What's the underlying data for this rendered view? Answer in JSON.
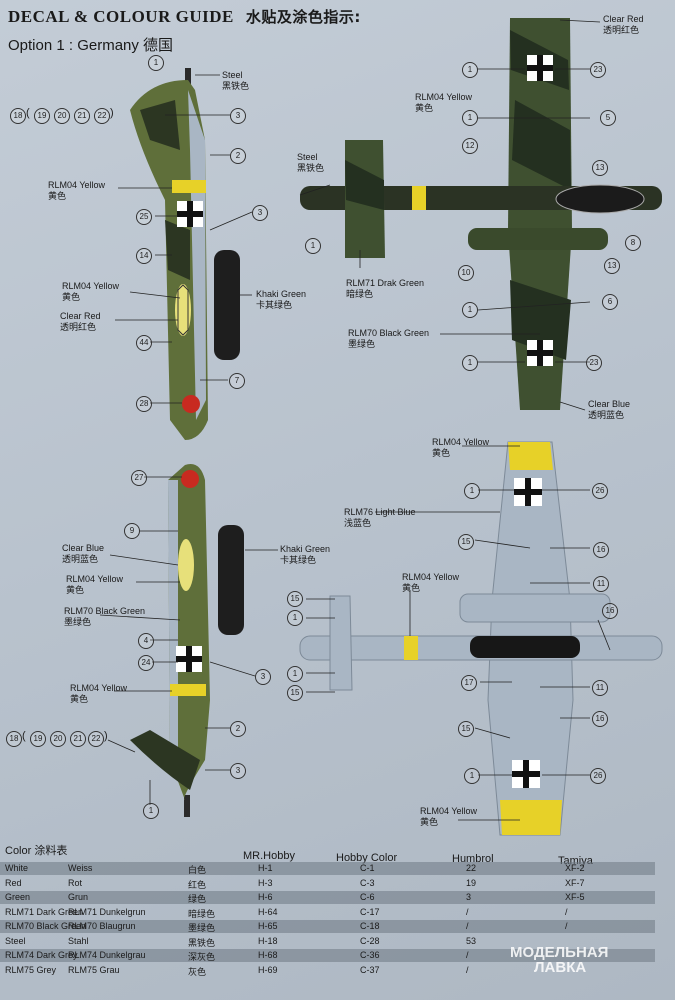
{
  "header": {
    "title": "DECAL & COLOUR GUIDE",
    "title_cn": "水贴及涂色指示:",
    "option": "Option 1 : Germany 德国"
  },
  "callouts": {
    "n1": "1",
    "n2": "2",
    "n3": "3",
    "n4": "4",
    "n5": "5",
    "n6": "6",
    "n7": "7",
    "n8": "8",
    "n9": "9",
    "n10": "10",
    "n11": "11",
    "n12": "12",
    "n13": "13",
    "n14": "14",
    "n15": "15",
    "n16": "16",
    "n17": "17",
    "n18": "18",
    "n19": "19",
    "n20": "20",
    "n21": "21",
    "n22": "22",
    "n23": "23",
    "n24": "24",
    "n25": "25",
    "n26": "26",
    "n27": "27",
    "n28": "28",
    "n44": "44",
    "paren_open": "(",
    "paren_close": ")"
  },
  "labels": {
    "steel": "Steel",
    "steel_cn": "黑铁色",
    "rlm04": "RLM04 Yellow",
    "rlm04_cn": "黄色",
    "clear_red": "Clear Red",
    "clear_red_cn": "透明红色",
    "khaki": "Khaki Green",
    "khaki_cn": "卡其绿色",
    "rlm71": "RLM71 Drak Green",
    "rlm71_cn": "暗绿色",
    "rlm70": "RLM70 Black Green",
    "rlm70_cn": "墨绿色",
    "clear_blue": "Clear Blue",
    "clear_blue_cn": "透明蓝色",
    "rlm76": "RLM76 Light Blue",
    "rlm76_cn": "浅蓝色"
  },
  "colour_table": {
    "title": "Color",
    "title_cn": "涂料表",
    "headers": {
      "mrhobby": "MR.Hobby",
      "hobby": "Hobby Color",
      "humbrol": "Humbrol",
      "tamiya": "Tamiya"
    },
    "rows": [
      {
        "en": "White",
        "de": "Weiss",
        "cn": "白色",
        "mr": "H-1",
        "hc": "C-1",
        "hu": "22",
        "ta": "XF-2"
      },
      {
        "en": "Red",
        "de": "Rot",
        "cn": "红色",
        "mr": "H-3",
        "hc": "C-3",
        "hu": "19",
        "ta": "XF-7"
      },
      {
        "en": "Green",
        "de": "Grun",
        "cn": "绿色",
        "mr": "H-6",
        "hc": "C-6",
        "hu": "3",
        "ta": "XF-5"
      },
      {
        "en": "RLM71 Dark Green",
        "de": "RLM71 Dunkelgrun",
        "cn": "暗绿色",
        "mr": "H-64",
        "hc": "C-17",
        "hu": "/",
        "ta": "/"
      },
      {
        "en": "RLM70 Black Green",
        "de": "RLM70 Blaugrun",
        "cn": "墨绿色",
        "mr": "H-65",
        "hc": "C-18",
        "hu": "/",
        "ta": "/"
      },
      {
        "en": "Steel",
        "de": "Stahl",
        "cn": "黑铁色",
        "mr": "H-18",
        "hc": "C-28",
        "hu": "53",
        "ta": ""
      },
      {
        "en": "RLM74 Dark Grey",
        "de": "RLM74 Dunkelgrau",
        "cn": "深灰色",
        "mr": "H-68",
        "hc": "C-36",
        "hu": "/",
        "ta": ""
      },
      {
        "en": "RLM75 Grey",
        "de": "RLM75 Grau",
        "cn": "灰色",
        "mr": "H-69",
        "hc": "C-37",
        "hu": "/",
        "ta": ""
      }
    ]
  },
  "watermark": {
    "line1": "МОДЕЛЬНАЯ",
    "line2": "ЛАВКА"
  },
  "colors": {
    "rlm71": "#3b4a2c",
    "rlm70": "#242c1e",
    "green": "#6b7a3e",
    "rlm76": "#a9b6c4",
    "yellow": "#e7d128",
    "steel": "#3a3a3a",
    "black": "#151515"
  }
}
